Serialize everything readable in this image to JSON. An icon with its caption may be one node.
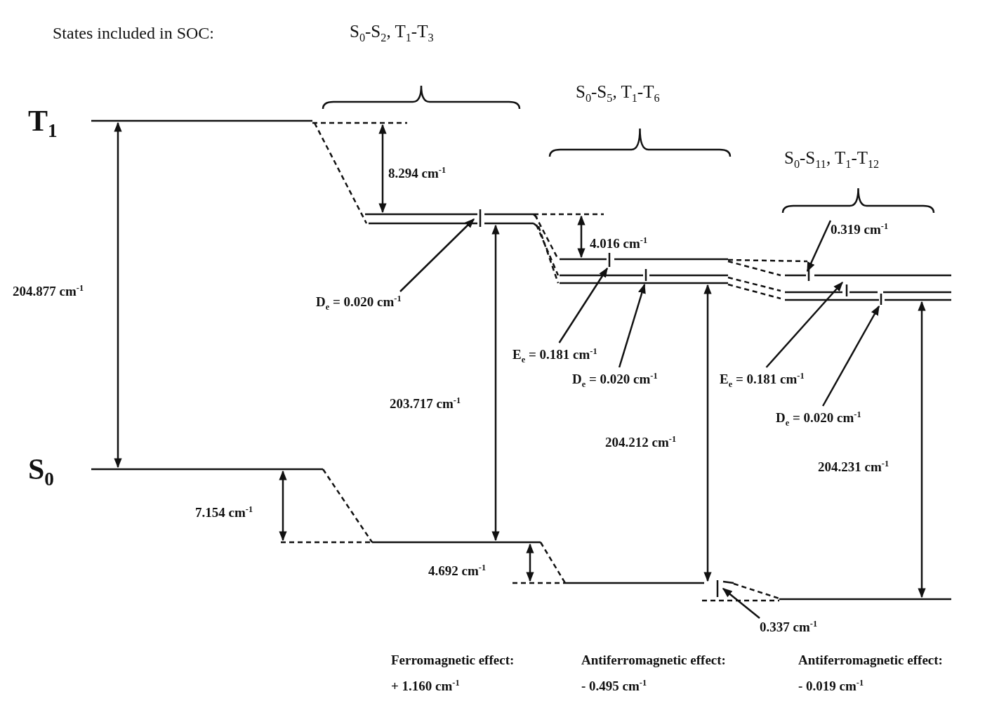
{
  "diagram": {
    "nodes": [
      {
        "text": [
          "D$_{e}$ = 0.020 cm$^{-1}$"
        ]
      },
      {
        "text": [
          "E$_{e}$ = 0.181 cm$^{-1}$"
        ]
      },
      {
        "text": [
          "D$_{e}$ = 0.020 cm$^{-1}$"
        ]
      },
      {
        "text": [
          "E$_{e}$ = 0.181 cm$^{-1}$"
        ]
      },
      {
        "text": [
          "D$_{e}$ = 0.020 cm$^{-1}$"
        ]
      },
      {
        "text": [
          "0.319 cm$^{-1}$"
        ]
      },
      {
        "text": [
          "0.337 cm$^{-1}$"
        ]
      }
    ],
    "edges": [
      {
        "from": 0,
        "to": null,
        "arrow": "to"
      },
      {
        "from": 1,
        "to": null,
        "arrow": "to"
      },
      {
        "from": 2,
        "to": null,
        "arrow": "to"
      },
      {
        "from": 3,
        "to": null,
        "arrow": "to"
      },
      {
        "from": 4,
        "to": null,
        "arrow": "to"
      },
      {
        "from": 5,
        "to": null,
        "arrow": "to"
      },
      {
        "from": 6,
        "to": null,
        "arrow": "to"
      }
    ],
    "labels": [
      "States included in SOC:",
      "S$_{0}$-S$_{2}$, T$_{1}$-T$_{3}$",
      "S$_{0}$-S$_{5}$, T$_{1}$-T$_{6}$",
      "S$_{0}$-S$_{11}$, T$_{1}$-T$_{12}$",
      "T$_{1}$",
      "8.294 cm$^{-1}$",
      "4.016 cm$^{-1}$",
      "204.877 cm$^{-1}$",
      "203.717 cm$^{-1}$",
      "204.212 cm$^{-1}$",
      "204.231 cm$^{-1}$",
      "S$_{0}$",
      "7.154 cm$^{-1}$",
      "4.692 cm$^{-1}$",
      "Ferromagnetic effect:",
      "Antiferromagnetic effect:",
      "Antiferromagnetic effect:",
      "+ 1.160 cm$^{-1}$",
      "- 0.495 cm$^{-1}$",
      "- 0.019 cm$^{-1}$"
    ]
  }
}
